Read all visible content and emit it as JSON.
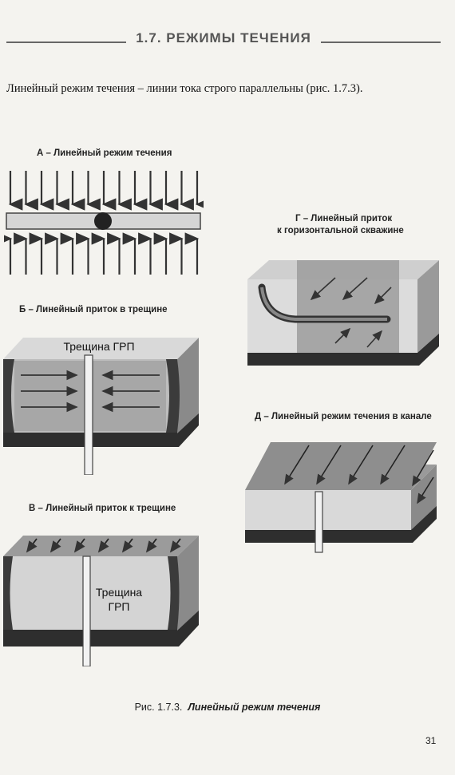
{
  "header": {
    "title": "1.7. РЕЖИМЫ ТЕЧЕНИЯ"
  },
  "intro_text": "Линейный режим течения – линии тока строго параллельны (рис. 1.7.3).",
  "figures": {
    "a": {
      "label": "А – Линейный режим течения"
    },
    "b": {
      "label": "Б – Линейный приток в трещине",
      "frac_label": "Трещина ГРП"
    },
    "v": {
      "label": "В – Линейный приток к трещине",
      "frac_label_line1": "Трещина",
      "frac_label_line2": "ГРП"
    },
    "g": {
      "label_line1": "Г – Линейный приток",
      "label_line2": "к горизонтальной скважине"
    },
    "d": {
      "label": "Д – Линейный режим течения в канале"
    }
  },
  "caption": {
    "prefix": "Рис. 1.7.3.",
    "title": "Линейный режим течения"
  },
  "page_number": "31",
  "colors": {
    "paper": "#f4f3ef",
    "dark": "#2b2b2b",
    "light_gray": "#d8d8d8",
    "mid_gray": "#9a9a9a",
    "arrow": "#333333"
  }
}
